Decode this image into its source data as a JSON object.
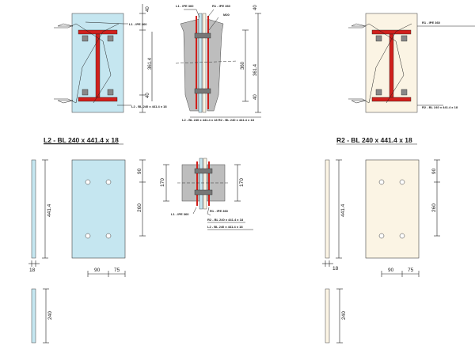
{
  "views": {
    "top_left": {
      "label_l1": "L1 - IPE 360",
      "label_l2": "L2 - BL 240 x 441.4 x 18",
      "dim_top": "40",
      "dim_mid": "361.4",
      "dim_bot": "40"
    },
    "top_center": {
      "label_l1": "L1 - IPE 360",
      "label_r1": "R1 - IPE 360",
      "label_weld": "M20",
      "label_bottom": "L2 - BL 240 x 441.4 x 18  R2 - BL 240 x 441.4 x 18",
      "dim_top": "40",
      "dim_mid": "360",
      "dim_right": "361.4",
      "dim_bot": "40"
    },
    "top_right": {
      "label_r1": "R1 - IPE 360",
      "label_r2": "R2 - BL 240 x 441.4 x 18"
    },
    "l2_plate": {
      "title": "L2 - BL 240 x 441.4 x 18",
      "dim_height": "441.4",
      "dim_thickness": "18",
      "dim_90_v": "90",
      "dim_260": "260",
      "dim_90_h": "90",
      "dim_75": "75",
      "dim_240": "240"
    },
    "center_detail": {
      "dim_left": "170",
      "dim_right": "170",
      "label_l1": "L1 - IPE 360",
      "label_r1": "R1 - IPE 360",
      "label_r2": "R2 - BL 240 x 441.4 x 18",
      "label_l2": "L2 - BL 240 x 441.4 x 18"
    },
    "r2_plate": {
      "title": "R2 - BL 240 x 441.4 x 18",
      "dim_height": "441.4",
      "dim_thickness": "18",
      "dim_90_v": "90",
      "dim_260": "260",
      "dim_90_h": "90",
      "dim_75": "75",
      "dim_240": "240"
    }
  },
  "colors": {
    "plate_blue": "#c5e6f0",
    "plate_cream": "#fbf4e4",
    "steel_red": "#d0201c",
    "grey": "#b8b8b8"
  }
}
